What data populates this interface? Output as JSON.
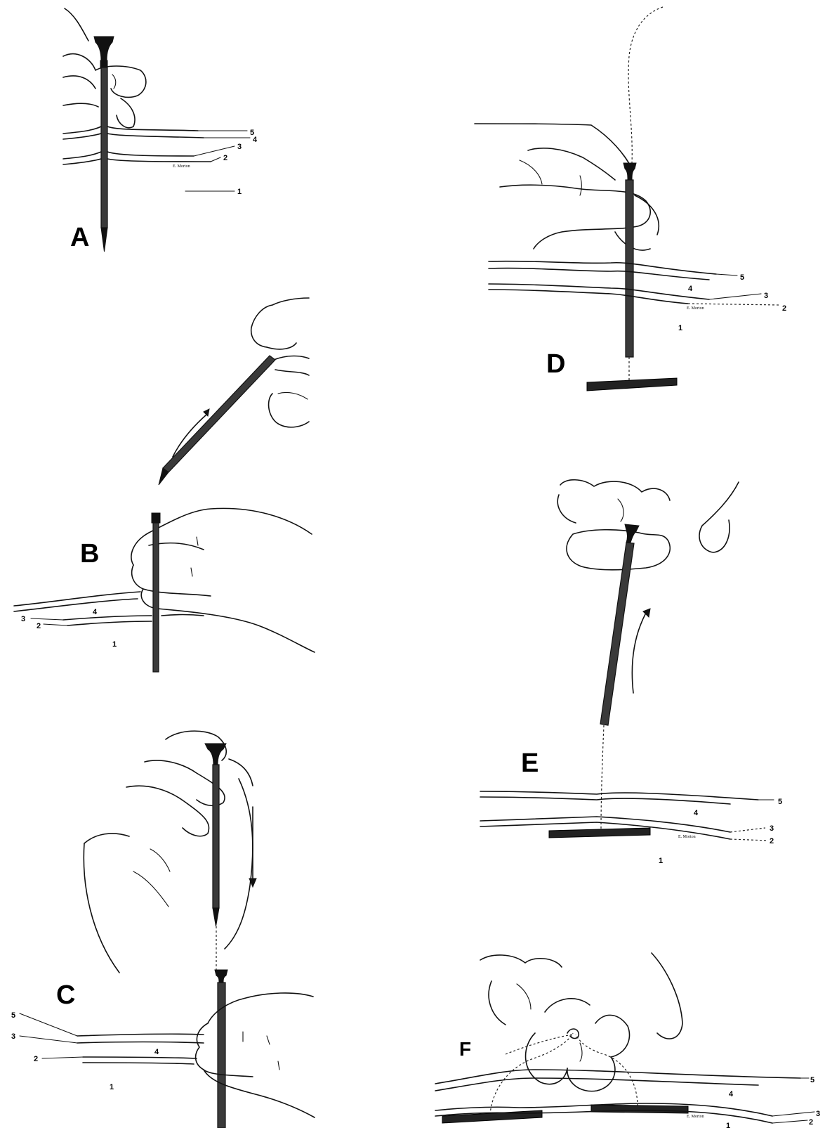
{
  "panels": {
    "A": {
      "letter": "A",
      "labels": [
        "5",
        "4",
        "3",
        "2",
        "1"
      ],
      "signature": "E. Morton"
    },
    "B": {
      "letter": "B",
      "labels": [
        "3",
        "2",
        "4",
        "1"
      ]
    },
    "C": {
      "letter": "C",
      "labels": [
        "5",
        "3",
        "2",
        "4",
        "1"
      ]
    },
    "D": {
      "letter": "D",
      "labels": [
        "5",
        "4",
        "3",
        "2",
        "1"
      ],
      "signature": "E. Morton"
    },
    "E": {
      "letter": "E",
      "labels": [
        "5",
        "4",
        "3",
        "2",
        "1"
      ],
      "signature": "E. Morton"
    },
    "F": {
      "letter": "F",
      "labels": [
        "5",
        "4",
        "3",
        "2",
        "1"
      ],
      "signature": "E. Morton"
    }
  },
  "icons": [
    "hand-icon",
    "trocar-needle-icon",
    "t-fastener-icon",
    "arrow-icon"
  ]
}
